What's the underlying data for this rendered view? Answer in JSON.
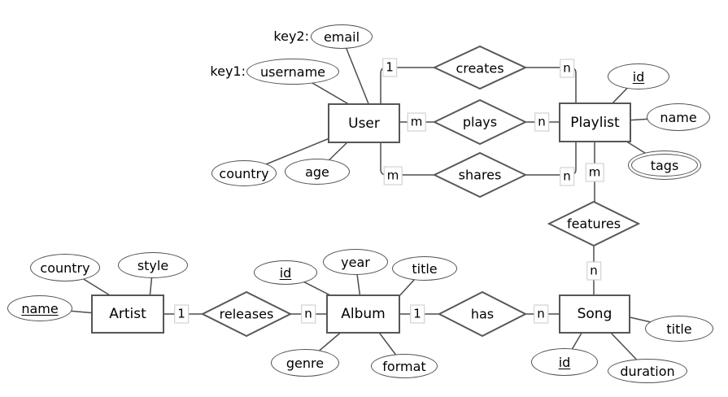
{
  "colors": {
    "background": "#ffffff",
    "shape_border": "#56565a",
    "line": "#4d4d4d",
    "cardinality_box_border": "#c9c9c9",
    "text": "#000000"
  },
  "entities": {
    "user": {
      "label": "User"
    },
    "playlist": {
      "label": "Playlist"
    },
    "artist": {
      "label": "Artist"
    },
    "album": {
      "label": "Album"
    },
    "song": {
      "label": "Song"
    }
  },
  "relationships": {
    "creates": {
      "label": "creates",
      "left_card": "1",
      "right_card": "n"
    },
    "plays": {
      "label": "plays",
      "left_card": "m",
      "right_card": "n"
    },
    "shares": {
      "label": "shares",
      "left_card": "m",
      "right_card": "n"
    },
    "features": {
      "label": "features",
      "top_card": "m",
      "bottom_card": "n"
    },
    "releases": {
      "label": "releases",
      "left_card": "1",
      "right_card": "n"
    },
    "has": {
      "label": "has",
      "left_card": "1",
      "right_card": "n"
    }
  },
  "attributes": {
    "user_email": {
      "label": "email",
      "key_prefix": "key2:"
    },
    "user_username": {
      "label": "username",
      "key_prefix": "key1:"
    },
    "user_country": {
      "label": "country"
    },
    "user_age": {
      "label": "age"
    },
    "playlist_id": {
      "label": "id"
    },
    "playlist_name": {
      "label": "name"
    },
    "playlist_tags": {
      "label": "tags"
    },
    "artist_country": {
      "label": "country"
    },
    "artist_style": {
      "label": "style"
    },
    "artist_name": {
      "label": "name"
    },
    "album_id": {
      "label": "id"
    },
    "album_year": {
      "label": "year"
    },
    "album_title": {
      "label": "title"
    },
    "album_genre": {
      "label": "genre"
    },
    "album_format": {
      "label": "format"
    },
    "song_title": {
      "label": "title"
    },
    "song_id": {
      "label": "id"
    },
    "song_duration": {
      "label": "duration"
    }
  }
}
